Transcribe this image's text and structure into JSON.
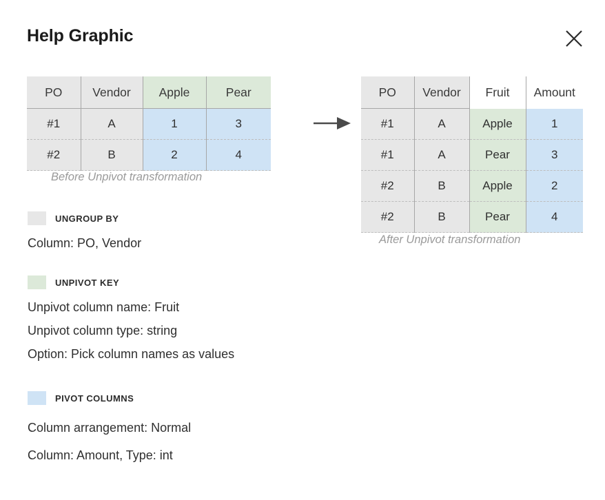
{
  "header": {
    "title": "Help Graphic",
    "close_icon": "close-icon"
  },
  "arrow": {
    "icon": "arrow-right-icon"
  },
  "before_table": {
    "caption": "Before Unpivot transformation",
    "columns": [
      {
        "label": "PO",
        "group": "ungroup"
      },
      {
        "label": "Vendor",
        "group": "ungroup"
      },
      {
        "label": "Apple",
        "group": "key"
      },
      {
        "label": "Pear",
        "group": "key"
      }
    ],
    "rows": [
      {
        "cells": [
          {
            "value": "#1",
            "group": "ungroup"
          },
          {
            "value": "A",
            "group": "ungroup"
          },
          {
            "value": "1",
            "group": "pivot"
          },
          {
            "value": "3",
            "group": "pivot"
          }
        ]
      },
      {
        "cells": [
          {
            "value": "#2",
            "group": "ungroup"
          },
          {
            "value": "B",
            "group": "ungroup"
          },
          {
            "value": "2",
            "group": "pivot"
          },
          {
            "value": "4",
            "group": "pivot"
          }
        ]
      }
    ]
  },
  "after_table": {
    "caption": "After Unpivot transformation",
    "columns": [
      {
        "label": "PO",
        "group": "ungroup"
      },
      {
        "label": "Vendor",
        "group": "ungroup"
      },
      {
        "label": "Fruit",
        "group": "plain"
      },
      {
        "label": "Amount",
        "group": "plain"
      }
    ],
    "rows": [
      {
        "cells": [
          {
            "value": "#1",
            "group": "ungroup"
          },
          {
            "value": "A",
            "group": "ungroup"
          },
          {
            "value": "Apple",
            "group": "key"
          },
          {
            "value": "1",
            "group": "pivot"
          }
        ]
      },
      {
        "cells": [
          {
            "value": "#1",
            "group": "ungroup"
          },
          {
            "value": "A",
            "group": "ungroup"
          },
          {
            "value": "Pear",
            "group": "key"
          },
          {
            "value": "3",
            "group": "pivot"
          }
        ]
      },
      {
        "cells": [
          {
            "value": "#2",
            "group": "ungroup"
          },
          {
            "value": "B",
            "group": "ungroup"
          },
          {
            "value": "Apple",
            "group": "key"
          },
          {
            "value": "2",
            "group": "pivot"
          }
        ]
      },
      {
        "cells": [
          {
            "value": "#2",
            "group": "ungroup"
          },
          {
            "value": "B",
            "group": "ungroup"
          },
          {
            "value": "Pear",
            "group": "key"
          },
          {
            "value": "4",
            "group": "pivot"
          }
        ]
      }
    ]
  },
  "legend": [
    {
      "label": "UNGROUP BY",
      "color": "#e7e7e7",
      "lines": [
        "Column: PO, Vendor"
      ]
    },
    {
      "label": "UNPIVOT KEY",
      "color": "#dce9d9",
      "lines": [
        "Unpivot column name: Fruit",
        "Unpivot column type: string",
        "Option: Pick column names as values"
      ]
    },
    {
      "label": "PIVOT COLUMNS",
      "color": "#cfe3f5",
      "lines": [
        "Column arrangement: Normal",
        "Column: Amount, Type: int"
      ]
    }
  ],
  "colors": {
    "ungroup": "#e7e7e7",
    "key": "#dce9d9",
    "pivot": "#cfe3f5",
    "plain": "#ffffff",
    "rule": "#a6a6a6",
    "dashed_rule": "#bdbdbd",
    "caption_text": "#9a9a9a",
    "body_text": "#2f2f2f"
  }
}
